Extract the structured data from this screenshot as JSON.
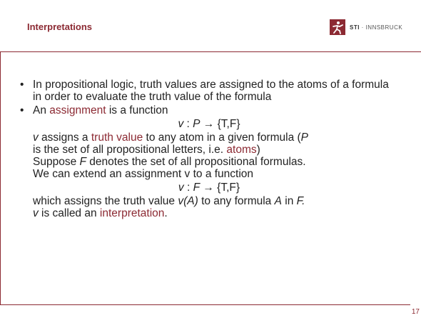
{
  "header": {
    "title": "Interpretations",
    "logo_text_bold": "STI",
    "logo_text_rest": " · INNSBRUCK",
    "brand_color": "#8c2a33"
  },
  "content": {
    "bullet1": "In propositional logic, truth values are assigned to the atoms of a formula in order to evaluate the truth value of the formula",
    "bullet2_prefix": "An ",
    "bullet2_term": "assignment",
    "bullet2_suffix": " is a function",
    "formula1_v": "v",
    "formula1_sep": " : ",
    "formula1_dom": "P",
    "formula1_rest": " → {T,F}",
    "line_a_v": "v",
    "line_a_mid": " assigns a ",
    "line_a_term": "truth value",
    "line_a_tail": " to any atom in a given formula (",
    "line_a_p": "P",
    "line_b_text": " is the set of all propositional letters, i.e. ",
    "line_b_term": "atoms",
    "line_b_close": ")",
    "line_c_pre": "Suppose ",
    "line_c_f": "F",
    "line_c_post": " denotes the set of all propositional formulas.",
    "line_d": "We can extend an assignment v to a function",
    "formula2_v": "v",
    "formula2_sep": " : ",
    "formula2_dom": "F",
    "formula2_rest": " → {T,F}",
    "line_e_pre": "which assigns the truth value ",
    "line_e_va": "v(A)",
    "line_e_mid": " to any formula ",
    "line_e_a": "A",
    "line_e_in": " in ",
    "line_e_f": "F.",
    "line_f_v": "v",
    "line_f_mid": " is called an ",
    "line_f_term": "interpretation",
    "line_f_end": "."
  },
  "footer": {
    "page_number": "17"
  }
}
